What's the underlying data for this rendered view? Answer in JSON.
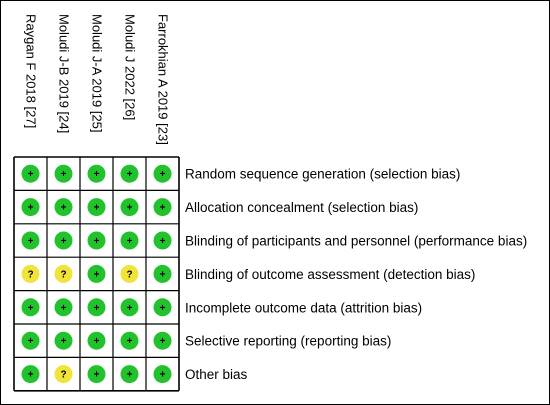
{
  "chart_data": {
    "type": "table",
    "title": "",
    "studies": [
      "Raygan F 2018 [27]",
      "Moludi J-B 2019 [24]",
      "Moludi J-A 2019 [25]",
      "Moludi J 2022 [26]",
      "Farrokhian A 2019 [23]"
    ],
    "domains": [
      "Random sequence generation (selection bias)",
      "Allocation concealment (selection bias)",
      "Blinding of participants and personnel (performance bias)",
      "Blinding of outcome assessment (detection bias)",
      "Incomplete outcome data (attrition bias)",
      "Selective reporting (reporting bias)",
      "Other bias"
    ],
    "judgements": [
      [
        "+",
        "+",
        "+",
        "+",
        "+"
      ],
      [
        "+",
        "+",
        "+",
        "+",
        "+"
      ],
      [
        "+",
        "+",
        "+",
        "+",
        "+"
      ],
      [
        "?",
        "?",
        "+",
        "?",
        "+"
      ],
      [
        "+",
        "+",
        "+",
        "+",
        "+"
      ],
      [
        "+",
        "+",
        "+",
        "+",
        "+"
      ],
      [
        "+",
        "?",
        "+",
        "+",
        "+"
      ]
    ],
    "colors": {
      "+": "#22c22c",
      "?": "#f0e43a",
      "grid": "#000000"
    }
  }
}
